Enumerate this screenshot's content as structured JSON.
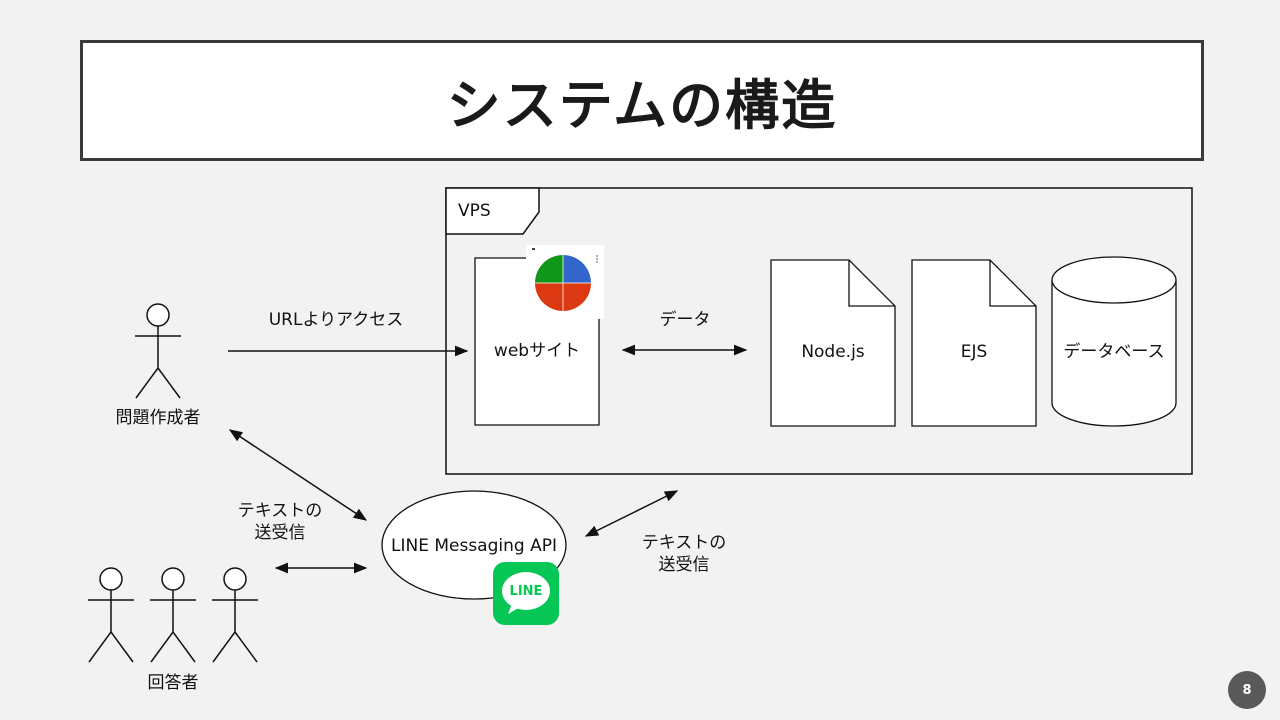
{
  "slide": {
    "title": "システムの構造",
    "page_number": "8"
  },
  "diagram": {
    "vps_label": "VPS",
    "website_label": "webサイト",
    "nodejs_label": "Node.js",
    "ejs_label": "EJS",
    "database_label": "データベース",
    "line_api_label": "LINE Messaging API",
    "line_logo_text": "LINE",
    "question_creator_label": "問題作成者",
    "respondents_label": "回答者",
    "url_access_label": "URLよりアクセス",
    "data_label": "データ",
    "text_exchange_left": [
      "テキストの",
      "送受信"
    ],
    "text_exchange_right": [
      "テキストの",
      "送受信"
    ]
  },
  "colors": {
    "pie_blue": "#3366cc",
    "pie_red": "#dc3912",
    "pie_green": "#109618",
    "line_green": "#06c755",
    "badge": "#595959"
  }
}
